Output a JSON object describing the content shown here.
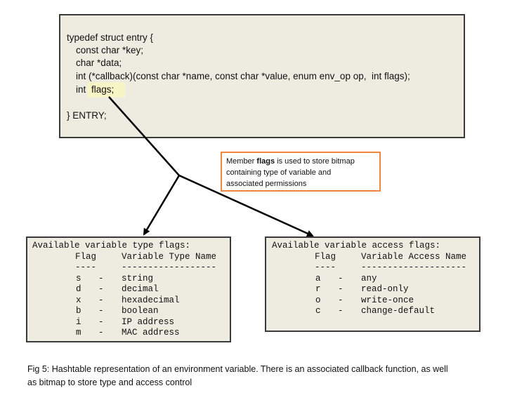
{
  "struct": {
    "lines": [
      "typedef struct entry {",
      "const char *key;",
      "char *data;",
      "int (*callback)(const char *name, const char *value, enum env_op op,  int flags);",
      "int",
      "flags;",
      "} ENTRY;"
    ]
  },
  "callout": {
    "prefix": "Member ",
    "bold": "flags",
    "suffix": " is used to store bitmap",
    "line2": "containing type of variable and",
    "line3": "associated permissions"
  },
  "type_flags": {
    "title": "Available variable type flags:",
    "header_flag": "Flag",
    "header_name": "Variable Type Name",
    "sep_flag": "----",
    "sep_name": "------------------",
    "rows": [
      {
        "flag": "s",
        "dash": "-",
        "name": "string"
      },
      {
        "flag": "d",
        "dash": "-",
        "name": "decimal"
      },
      {
        "flag": "x",
        "dash": "-",
        "name": "hexadecimal"
      },
      {
        "flag": "b",
        "dash": "-",
        "name": "boolean"
      },
      {
        "flag": "i",
        "dash": "-",
        "name": "IP address"
      },
      {
        "flag": "m",
        "dash": "-",
        "name": "MAC address"
      }
    ]
  },
  "access_flags": {
    "title": "Available variable access flags:",
    "header_flag": "Flag",
    "header_name": "Variable Access Name",
    "sep_flag": "----",
    "sep_name": "--------------------",
    "rows": [
      {
        "flag": "a",
        "dash": "-",
        "name": "any"
      },
      {
        "flag": "r",
        "dash": "-",
        "name": "read-only"
      },
      {
        "flag": "o",
        "dash": "-",
        "name": "write-once"
      },
      {
        "flag": "c",
        "dash": "-",
        "name": "change-default"
      }
    ]
  },
  "caption": {
    "line1": "Fig 5: Hashtable representation of an environment variable. There is an associated callback function, as well",
    "line2": "as bitmap to store type and access control"
  }
}
